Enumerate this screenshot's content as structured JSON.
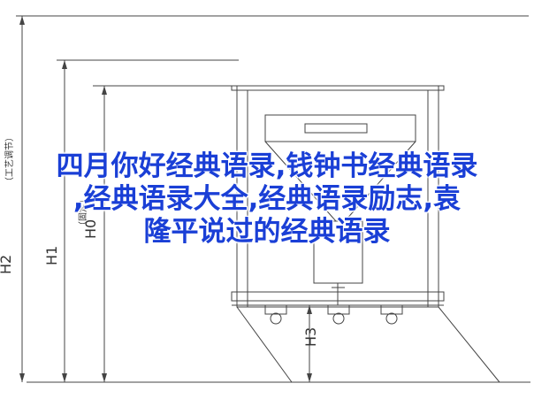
{
  "overlay": {
    "line1": "四月你好经典语录,钱钟书经典语录",
    "line2": ",经典语录大全,经典语录励志,袁",
    "line3": "隆平说过的经典语录"
  },
  "dimensions": {
    "h2": "H2",
    "h1": "H1",
    "h0": "H0",
    "h3": "H3",
    "note_left": "（工艺调节）",
    "note_mid": "（固定）"
  }
}
